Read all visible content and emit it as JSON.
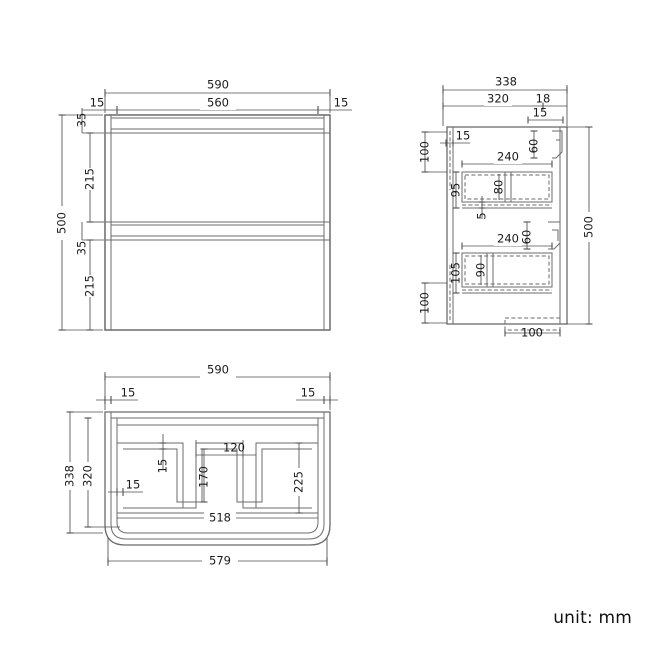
{
  "drawing": {
    "unit_label": "unit: mm",
    "product": "wall-hung vanity unit with two drawers",
    "line_color": "#6a6a6a",
    "dim_color": "#555555",
    "text_color": "#1a1a1a"
  },
  "views": {
    "front": {
      "name": "front-elevation",
      "dimensions": {
        "overall_width": "590",
        "inner_width": "560",
        "left_side_thickness": "15",
        "right_side_thickness": "15",
        "overall_height": "500",
        "top_gap": "35",
        "upper_drawer": "215",
        "mid_gap": "35",
        "lower_drawer": "215"
      }
    },
    "side": {
      "name": "side-section",
      "dimensions": {
        "overall_depth": "338",
        "inner_depth": "320",
        "back_panel": "18",
        "rail_offset": "15",
        "top_offset": "100",
        "front_offset": "15",
        "handle_upper": "60",
        "handle_lower": "60",
        "drawer_box_upper": "240",
        "drawer_box_lower": "240",
        "upper_box_height": "95",
        "upper_inner_height": "80",
        "upper_base": "5",
        "lower_box_height": "105",
        "lower_inner_height": "90",
        "bottom_offset": "100",
        "foot_width": "100",
        "overall_height": "500"
      }
    },
    "plan": {
      "name": "plan-view",
      "dimensions": {
        "overall_width": "590",
        "left_side_thickness": "15",
        "right_side_thickness": "15",
        "overall_depth": "338",
        "inner_depth": "320",
        "panel_thickness_top": "15",
        "panel_thickness_left": "15",
        "cutout_width": "120",
        "cutout_depth": "170",
        "inner_clear": "225",
        "inner_width": "518",
        "front_width": "579"
      }
    }
  }
}
